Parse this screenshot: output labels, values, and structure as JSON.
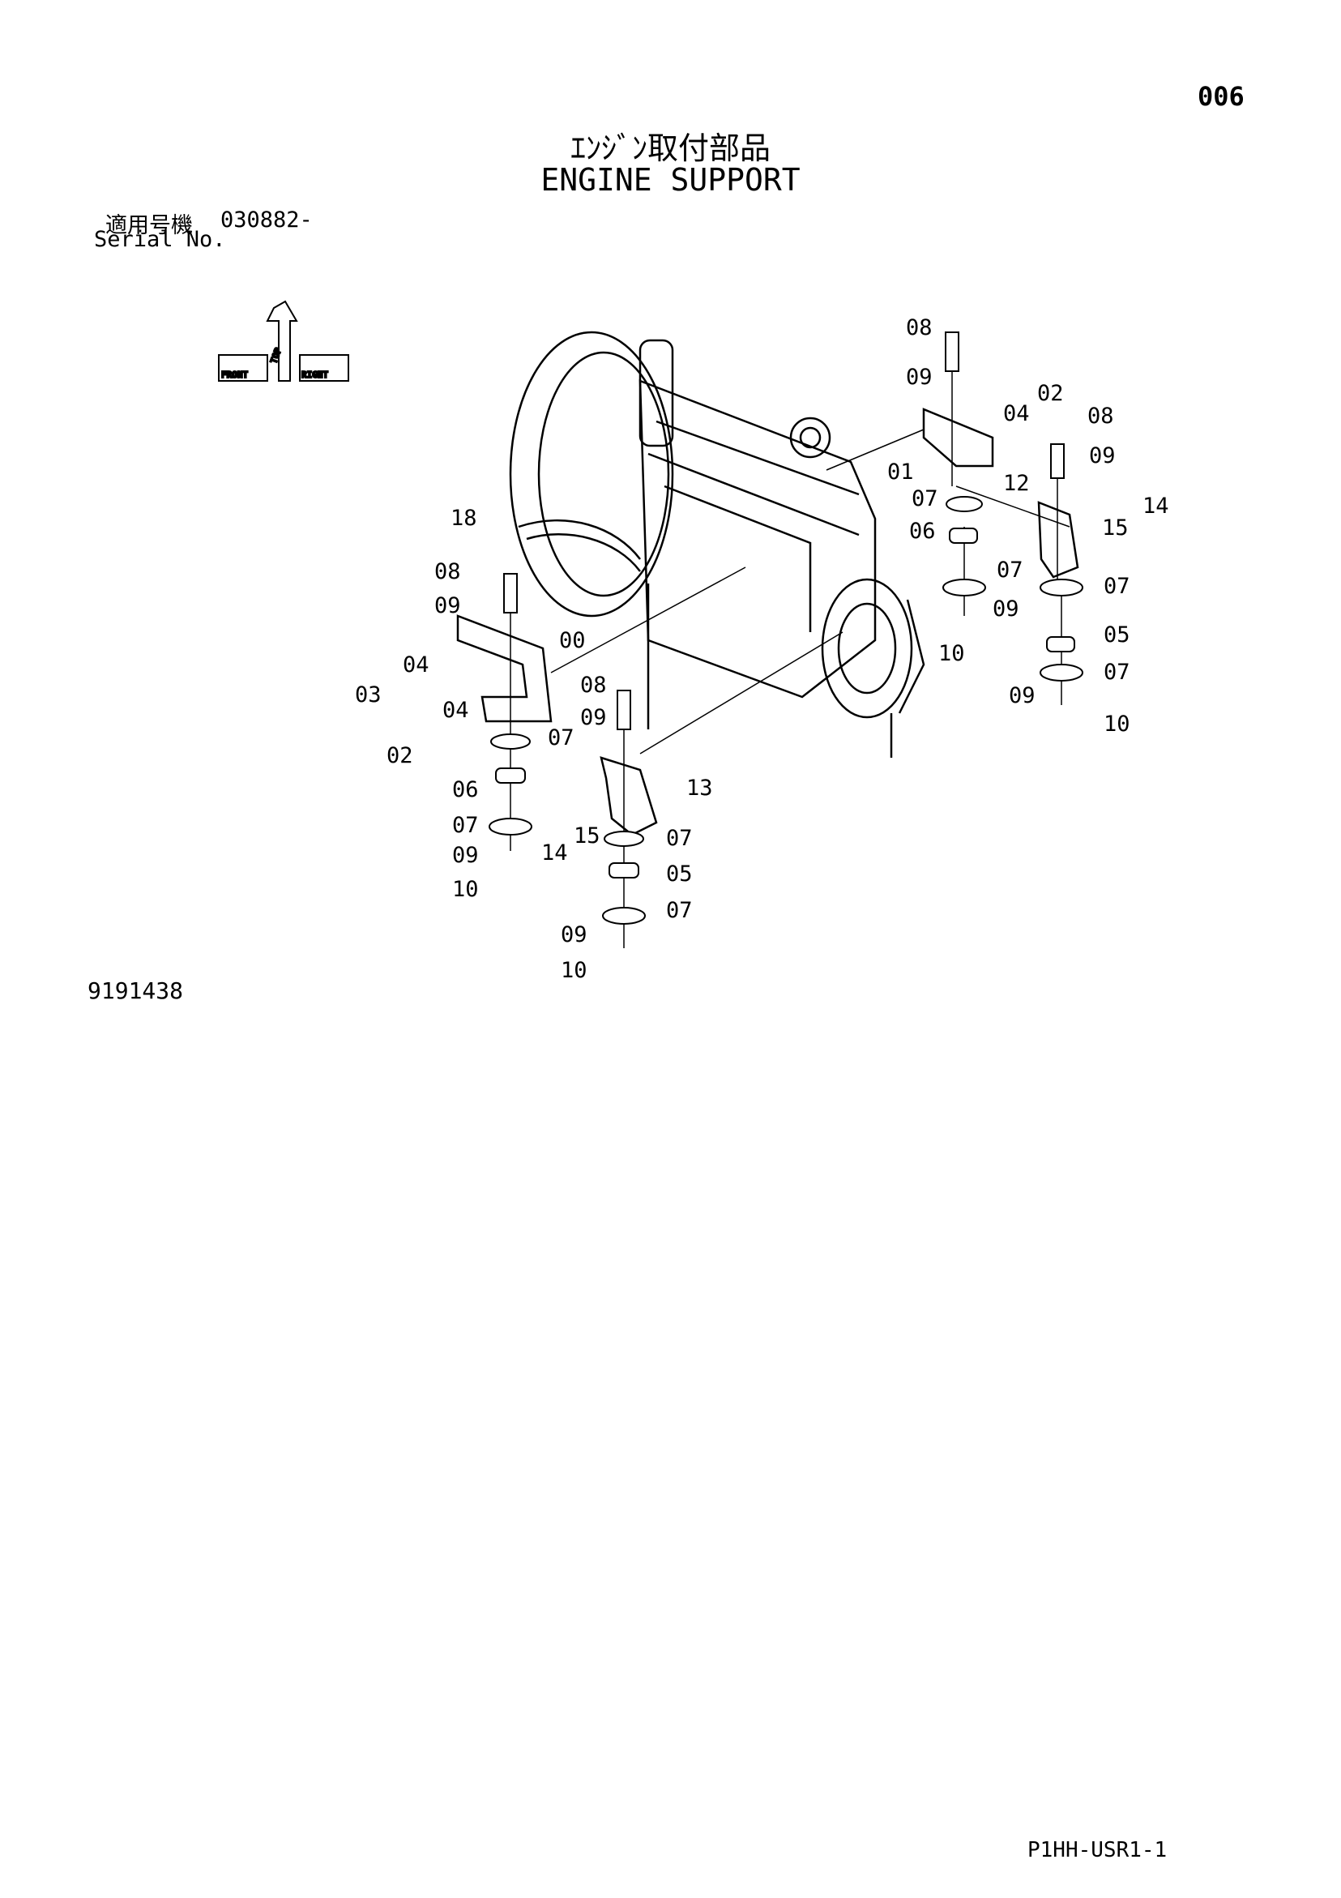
{
  "page_number": "006",
  "title_jp": "ｴﾝｼﾞﾝ取付部品",
  "title_en": "ENGINE SUPPORT",
  "serial": {
    "label_jp": "適用号機",
    "range": "030882-",
    "label_en": "Serial No."
  },
  "figure_number": "9191438",
  "page_code": "P1HH-USR1-1",
  "orientation_symbol": {
    "labels": [
      "FRONT",
      "RIGHT",
      "TOP"
    ]
  },
  "part_callouts": [
    "08",
    "09",
    "02",
    "04",
    "01",
    "07",
    "06",
    "08",
    "09",
    "12",
    "14",
    "15",
    "07",
    "07",
    "09",
    "10",
    "05",
    "07",
    "09",
    "10",
    "18",
    "08",
    "09",
    "00",
    "04",
    "03",
    "04",
    "02",
    "07",
    "06",
    "07",
    "09",
    "10",
    "08",
    "09",
    "13",
    "14",
    "15",
    "07",
    "05",
    "07",
    "09",
    "10"
  ]
}
